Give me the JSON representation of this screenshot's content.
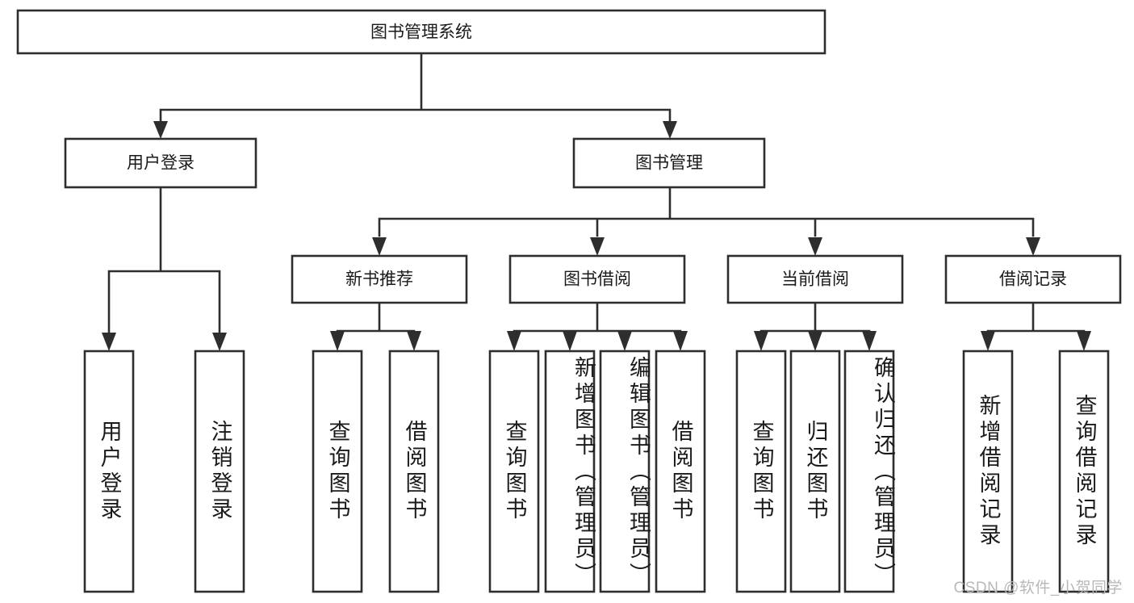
{
  "diagram": {
    "title": "图书管理系统",
    "watermark": "CSDN @软件_小贺同学",
    "colors": {
      "stroke": "#2e2e2e",
      "fill": "#ffffff",
      "text": "#1a1a1a",
      "watermark": "#b8b8b8",
      "background": "#ffffff"
    },
    "nodes": {
      "root": {
        "label": "图书管理系统"
      },
      "level2": [
        {
          "id": "user-login",
          "label": "用户登录"
        },
        {
          "id": "book-manage",
          "label": "图书管理"
        }
      ],
      "level3": [
        {
          "id": "new-book-recommend",
          "label": "新书推荐"
        },
        {
          "id": "book-borrow",
          "label": "图书借阅"
        },
        {
          "id": "current-borrow",
          "label": "当前借阅"
        },
        {
          "id": "borrow-record",
          "label": "借阅记录"
        }
      ],
      "leaves": [
        {
          "id": "leaf-user-login",
          "label": "用户登录",
          "parent": "user-login"
        },
        {
          "id": "leaf-logout",
          "label": "注销登录",
          "parent": "user-login"
        },
        {
          "id": "leaf-query-book-1",
          "label": "查询图书",
          "parent": "new-book-recommend"
        },
        {
          "id": "leaf-borrow-book-1",
          "label": "借阅图书",
          "parent": "new-book-recommend"
        },
        {
          "id": "leaf-query-book-2",
          "label": "查询图书",
          "parent": "book-borrow"
        },
        {
          "id": "leaf-add-book",
          "label": "新增图书（管理员）",
          "parent": "book-borrow"
        },
        {
          "id": "leaf-edit-book",
          "label": "编辑图书（管理员）",
          "parent": "book-borrow"
        },
        {
          "id": "leaf-borrow-book-2",
          "label": "借阅图书",
          "parent": "book-borrow"
        },
        {
          "id": "leaf-query-book-3",
          "label": "查询图书",
          "parent": "current-borrow"
        },
        {
          "id": "leaf-return-book",
          "label": "归还图书",
          "parent": "current-borrow"
        },
        {
          "id": "leaf-confirm-return",
          "label": "确认归还（管理员）",
          "parent": "current-borrow"
        },
        {
          "id": "leaf-add-record",
          "label": "新增借阅记录",
          "parent": "borrow-record"
        },
        {
          "id": "leaf-query-record",
          "label": "查询借阅记录",
          "parent": "borrow-record"
        }
      ]
    }
  }
}
